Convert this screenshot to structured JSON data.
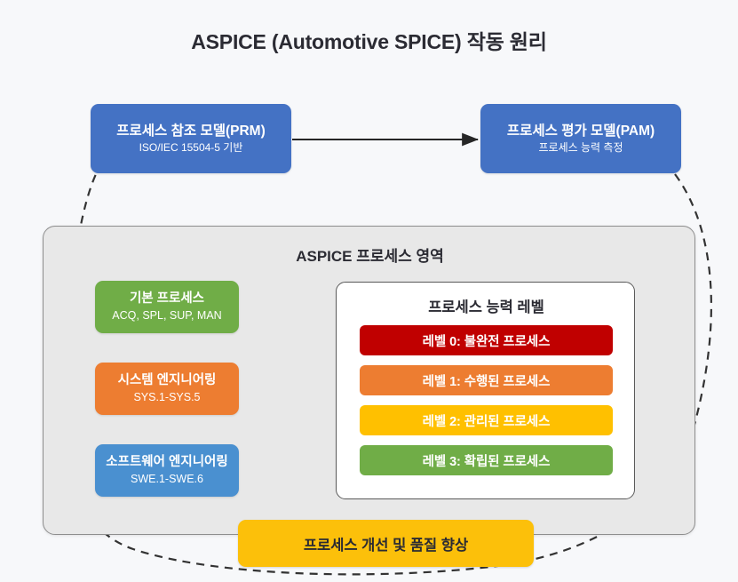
{
  "page": {
    "title": "ASPICE (Automotive SPICE) 작동 원리",
    "background_color": "#f7f8fa"
  },
  "models": [
    {
      "id": "prm",
      "name": "프로세스 참조 모델(PRM)",
      "subtitle": "ISO/IEC 15504-5 기반",
      "color": "#4472c4"
    },
    {
      "id": "pam",
      "name": "프로세스 평가 모델(PAM)",
      "subtitle": "프로세스 능력 측정",
      "color": "#4472c4"
    }
  ],
  "process_area": {
    "title": "ASPICE 프로세스 영역",
    "background_color": "#e8e8e8",
    "border_color": "#8e8e8e",
    "categories": [
      {
        "name": "기본 프로세스",
        "subtitle": "ACQ, SPL, SUP, MAN",
        "color": "#70ad47"
      },
      {
        "name": "시스템 엔지니어링",
        "subtitle": "SYS.1-SYS.5",
        "color": "#ed7d31"
      },
      {
        "name": "소프트웨어 엔지니어링",
        "subtitle": "SWE.1-SWE.6",
        "color": "#4a90d0"
      }
    ]
  },
  "capability": {
    "title": "프로세스 능력 레벨",
    "levels": [
      {
        "label": "레벨 0: 불완전 프로세스",
        "color": "#c00000"
      },
      {
        "label": "레벨 1: 수행된 프로세스",
        "color": "#ed7d31"
      },
      {
        "label": "레벨 2: 관리된 프로세스",
        "color": "#ffc000"
      },
      {
        "label": "레벨 3: 확립된 프로세스",
        "color": "#70ad47"
      }
    ]
  },
  "improvement": {
    "label": "프로세스 개선 및 품질 향상",
    "color": "#fcc00a"
  },
  "connectors": {
    "solid_color": "#262626",
    "dashed_color": "#333333",
    "prm_to_pam": "arrow",
    "category_to_levels": "arrow",
    "feedback_loop": "dashed"
  }
}
